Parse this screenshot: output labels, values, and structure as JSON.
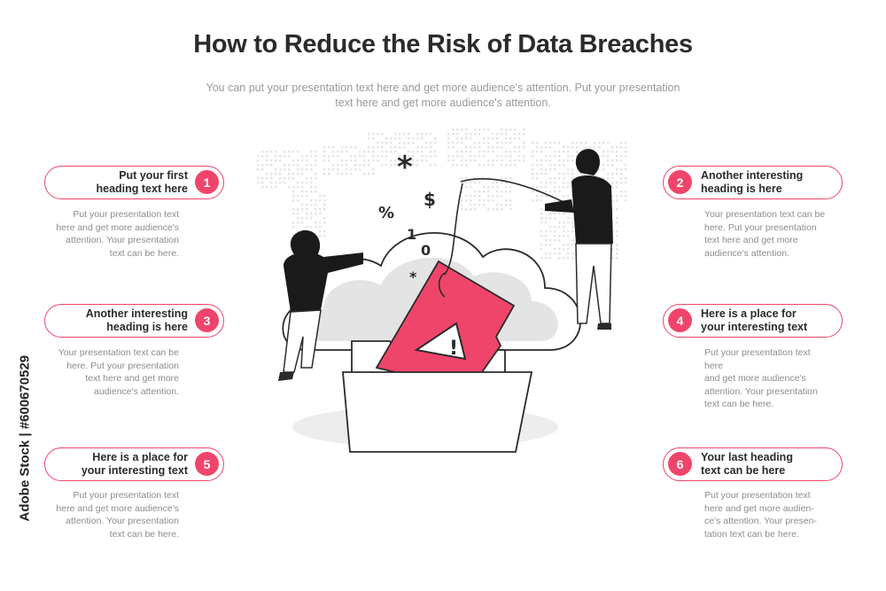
{
  "title": "How to Reduce the Risk of Data Breaches",
  "subtitle": "You can put your presentation text here and get more audience's attention. Put your presentation text here and get more audience's attention.",
  "accent_color": "#f0456a",
  "items": [
    {
      "num": "1",
      "heading_lines": [
        "Put your first",
        "heading text here"
      ],
      "desc_lines": [
        "Put your presentation text",
        "here and get more audience's",
        "attention. Your presentation",
        "text can be here."
      ]
    },
    {
      "num": "2",
      "heading_lines": [
        "Another interesting",
        "heading is here"
      ],
      "desc_lines": [
        "Your presentation text can be",
        "here. Put your presentation",
        "text here and get more",
        "audience's attention."
      ]
    },
    {
      "num": "3",
      "heading_lines": [
        "Another interesting",
        "heading is here"
      ],
      "desc_lines": [
        "Your presentation text can be",
        "here. Put your presentation",
        "text here and get more",
        "audience's attention."
      ]
    },
    {
      "num": "4",
      "heading_lines": [
        "Here is a place for",
        "your interesting text"
      ],
      "desc_lines": [
        "Put your presentation text here",
        "and get more audience's",
        "attention. Your presentation",
        "text can be here."
      ]
    },
    {
      "num": "5",
      "heading_lines": [
        "Here is a place for",
        "your interesting text"
      ],
      "desc_lines": [
        "Put your presentation text",
        "here and get more audience's",
        "attention. Your presentation",
        "text can be here."
      ]
    },
    {
      "num": "6",
      "heading_lines": [
        "Your last heading",
        "text can be here"
      ],
      "desc_lines": [
        "Put your presentation text",
        "here and get more audien-",
        "ce's attention. Your presen-",
        "tation text can be here."
      ]
    }
  ],
  "illustration": {
    "icons": [
      "world-map-icon",
      "cloud-icon",
      "folder-icon",
      "warning-document-icon",
      "hacker-figure-icon",
      "fishing-rod-icon"
    ],
    "symbols": [
      "%",
      "1",
      "0",
      "$",
      "*",
      "*"
    ],
    "warning_mark": "!"
  },
  "side_credit": "Adobe Stock | #600670529"
}
